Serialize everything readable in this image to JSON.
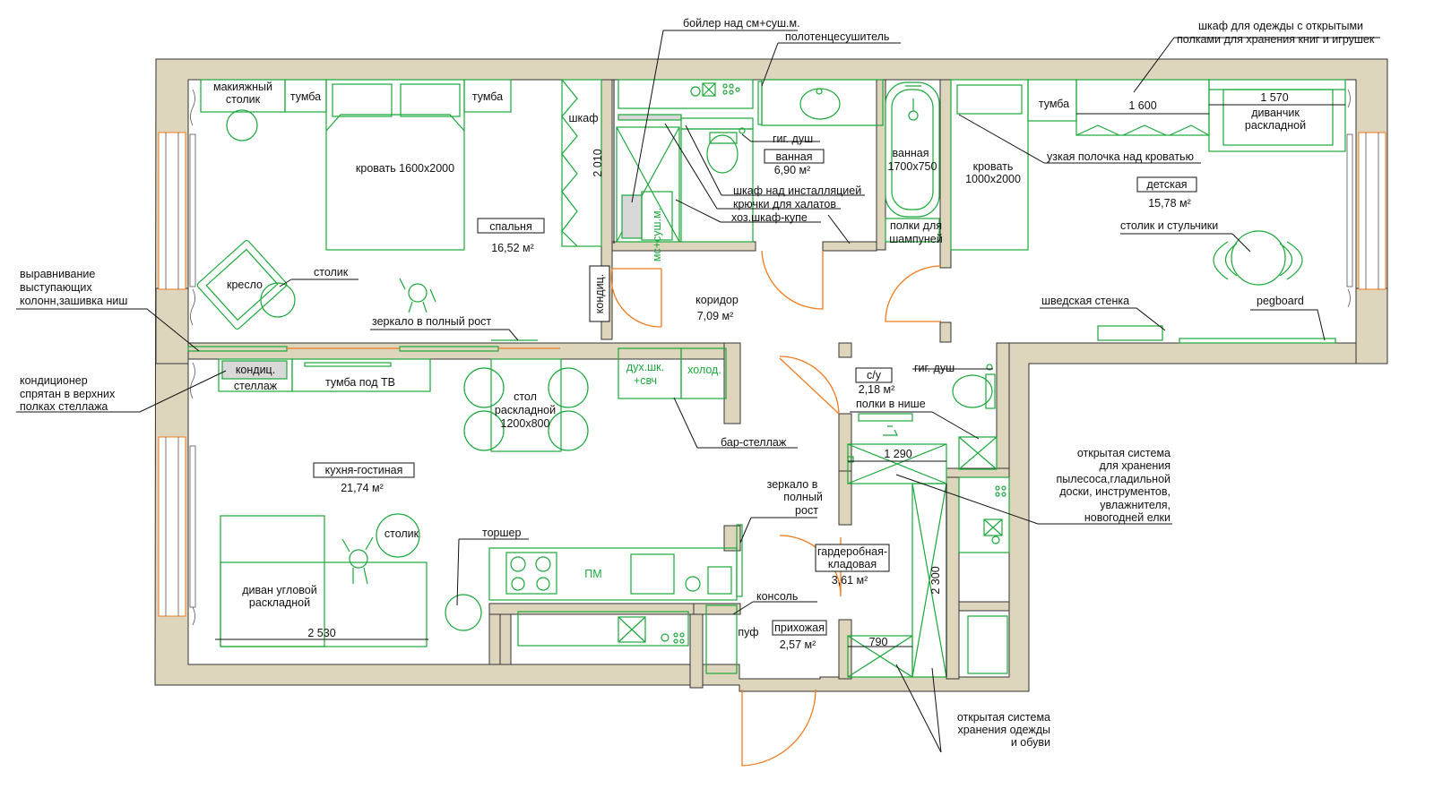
{
  "rooms": {
    "bedroom": {
      "name": "спальня",
      "area": "16,52 м²"
    },
    "bathroom": {
      "name": "ванная",
      "area": "6,90 м²"
    },
    "corridor": {
      "name": "коридор",
      "area": "7,09 м²"
    },
    "kids": {
      "name": "детская",
      "area": "15,78 м²"
    },
    "wc": {
      "name": "с/у",
      "area": "2,18 м²"
    },
    "living": {
      "name": "кухня-гостиная",
      "area": "21,74 м²"
    },
    "wardrobe": {
      "name_line1": "гардеробная-",
      "name_line2": "кладовая",
      "area": "3,61 м²"
    },
    "hall": {
      "name": "прихожая",
      "area": "2,57 м²"
    }
  },
  "furniture": {
    "makeup_table_l1": "макияжный",
    "makeup_table_l2": "столик",
    "nightstand": "тумба",
    "nightstand2": "тумба",
    "bed_double": "кровать 1600х2000",
    "wardrobe": "шкаф",
    "armchair": "кресло",
    "bath_l1": "ванная",
    "bath_l2": "1700х750",
    "bed_single_l1": "кровать",
    "bed_single_l2": "1000х2000",
    "kids_nightstand": "тумба",
    "sofa_small_l1": "диванчик",
    "sofa_small_l2": "раскладной",
    "washer_dryer": "мс+суш.м.",
    "condit_corridor": "кондиц.",
    "condit_living": "кондиц.",
    "shelf_rack": "стеллаж",
    "tv_stand": "тумба под ТВ",
    "oven": "дух.шк.",
    "oven2": "+свч",
    "fridge": "холод.",
    "table_l1": "стол",
    "table_l2": "раскладной",
    "table_l3": "1200х800",
    "small_table": "столик",
    "corner_sofa_l1": "диван угловой",
    "corner_sofa_l2": "раскладной",
    "dishwasher": "ПМ",
    "pouf": "пуф"
  },
  "annotations": {
    "boiler": "бойлер над см+суш.м.",
    "towel_dryer": "полотенцесушитель",
    "hyg_shower": "гиг. душ",
    "cabinet_install": "шкаф над инсталляцией",
    "robe_hooks": "крючки для халатов",
    "utility_closet": "хоз.шкаф-купе",
    "shampoo_l1": "полки для",
    "shampoo_l2": "шампуней",
    "kids_wardrobe_l1": "шкаф для одежды с открытыми",
    "kids_wardrobe_l2": "полками для хранения книг и игрушек",
    "bed_shelf": "узкая полочка над кроватью",
    "table_chairs": "столик и стульчики",
    "swedish_wall": "шведская стенка",
    "pegboard": "pegboard",
    "align_l1": "выравнивание",
    "align_l2": "выступающих",
    "align_l3": "колонн,зашивка ниш",
    "side_table": "столик",
    "mirror_full": "зеркало в полный рост",
    "ac_hidden_l1": "кондиционер",
    "ac_hidden_l2": "спрятан в верхних",
    "ac_hidden_l3": "полках стеллажа",
    "bar_rack": "бар-стеллаж",
    "hyg_shower_wc": "гиг. душ",
    "niche_shelves": "полки в нише",
    "open_system_l1": "открытая система",
    "open_system_l2": "для хранения",
    "open_system_l3": "пылесоса,гладильной",
    "open_system_l4": "доски, инструментов,",
    "open_system_l5": "увлажнителя,",
    "open_system_l6": "новогодней елки",
    "mirror_hall_l1": "зеркало в",
    "mirror_hall_l2": "полный",
    "mirror_hall_l3": "рост",
    "floor_lamp": "торшер",
    "console": "консоль",
    "clothes_system_l1": "открытая система",
    "clothes_system_l2": "хранения одежды",
    "clothes_system_l3": "и обуви"
  },
  "dimensions": {
    "wardrobe_h": "2 010",
    "kids_1600": "1 600",
    "kids_1570": "1 570",
    "wardrobe_1290": "1 290",
    "wardrobe_2300": "2 300",
    "wardrobe_790": "790",
    "sofa_2530": "2 530"
  },
  "colors": {
    "wall": "#ddd6bc",
    "furniture": "#1aa83a",
    "door": "#f07a1e",
    "text": "#111111"
  }
}
